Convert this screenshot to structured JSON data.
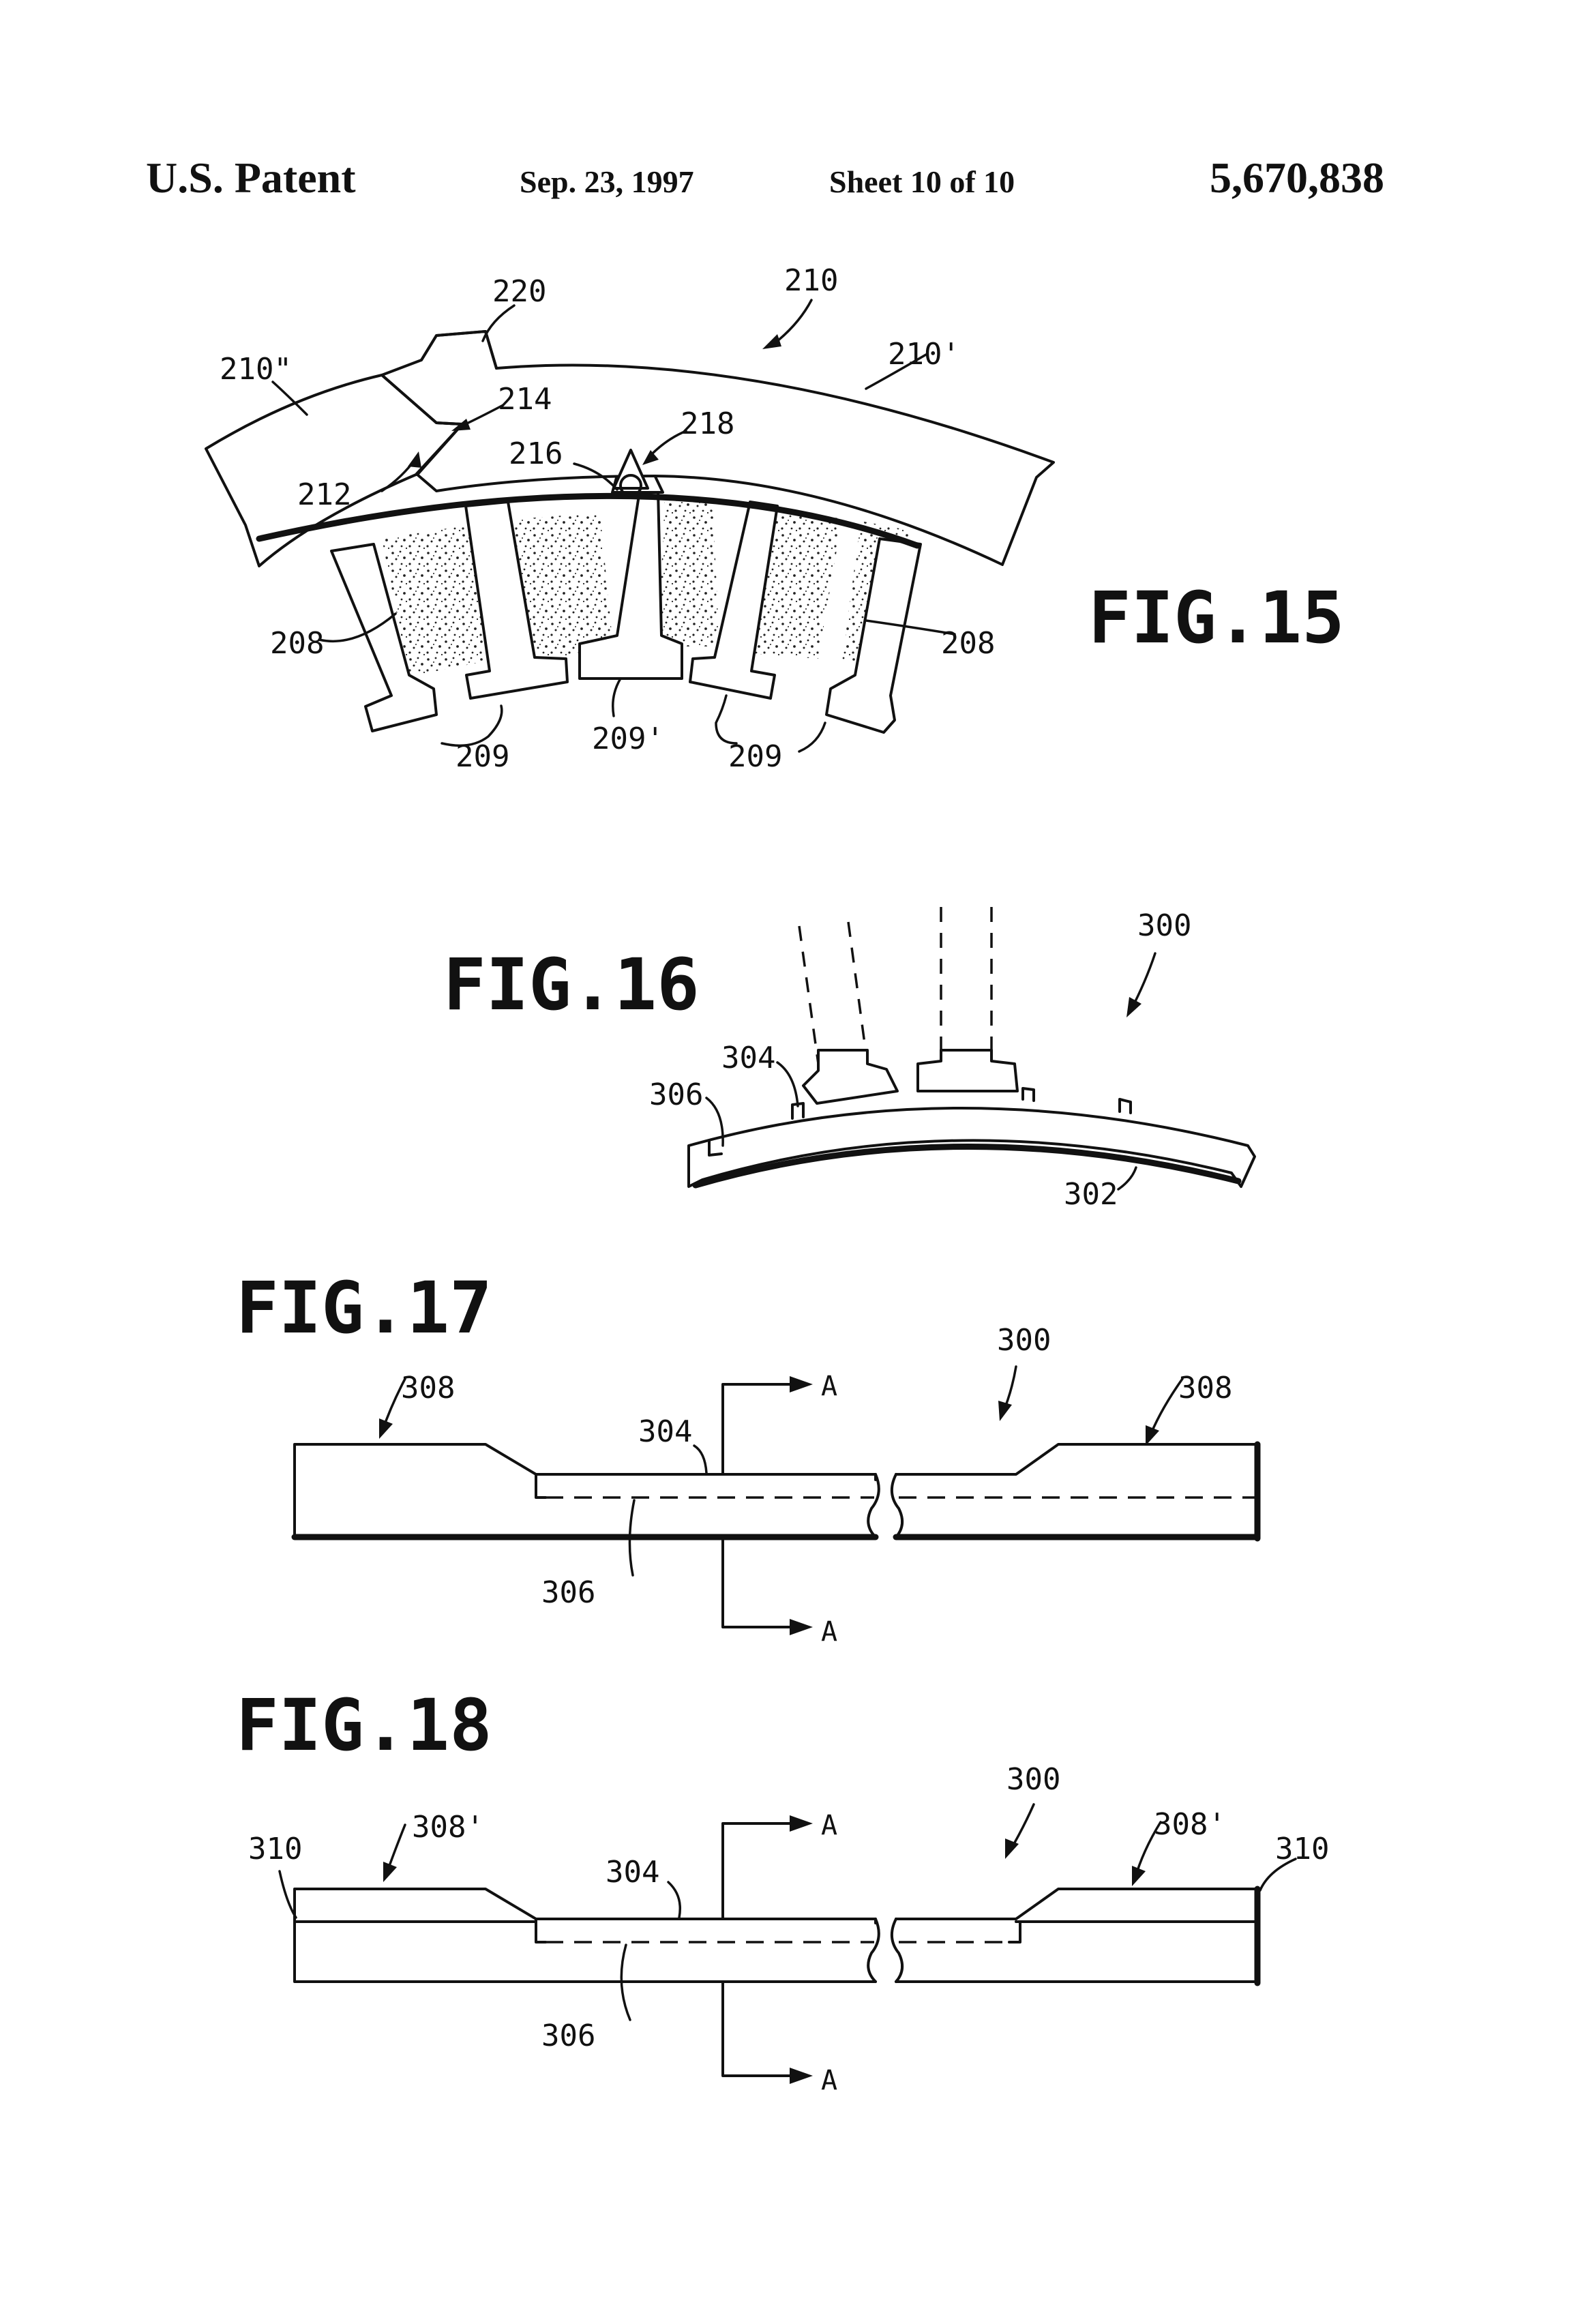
{
  "header": {
    "title": "U.S. Patent",
    "date": "Sep. 23, 1997",
    "sheet": "Sheet 10 of 10",
    "patent_number": "5,670,838"
  },
  "fig15": {
    "caption": "FIG.15",
    "labels": {
      "l220": "220",
      "l210": "210",
      "l210pp": "210\"",
      "l210p": "210'",
      "l214": "214",
      "l218": "218",
      "l216": "216",
      "l212": "212",
      "l208a": "208",
      "l208b": "208",
      "l209a": "209",
      "l209p": "209'",
      "l209b": "209"
    }
  },
  "fig16": {
    "caption": "FIG.16",
    "labels": {
      "l300": "300",
      "l304": "304",
      "l306": "306",
      "l302": "302"
    }
  },
  "fig17": {
    "caption": "FIG.17",
    "labels": {
      "l308a": "308",
      "l300": "300",
      "l308b": "308",
      "l304": "304",
      "l306": "306",
      "secA1": "A",
      "secA2": "A"
    }
  },
  "fig18": {
    "caption": "FIG.18",
    "labels": {
      "l300": "300",
      "l310a": "310",
      "l308pa": "308'",
      "l304": "304",
      "l308pb": "308'",
      "l310b": "310",
      "l306": "306",
      "secA1": "A",
      "secA2": "A"
    }
  }
}
